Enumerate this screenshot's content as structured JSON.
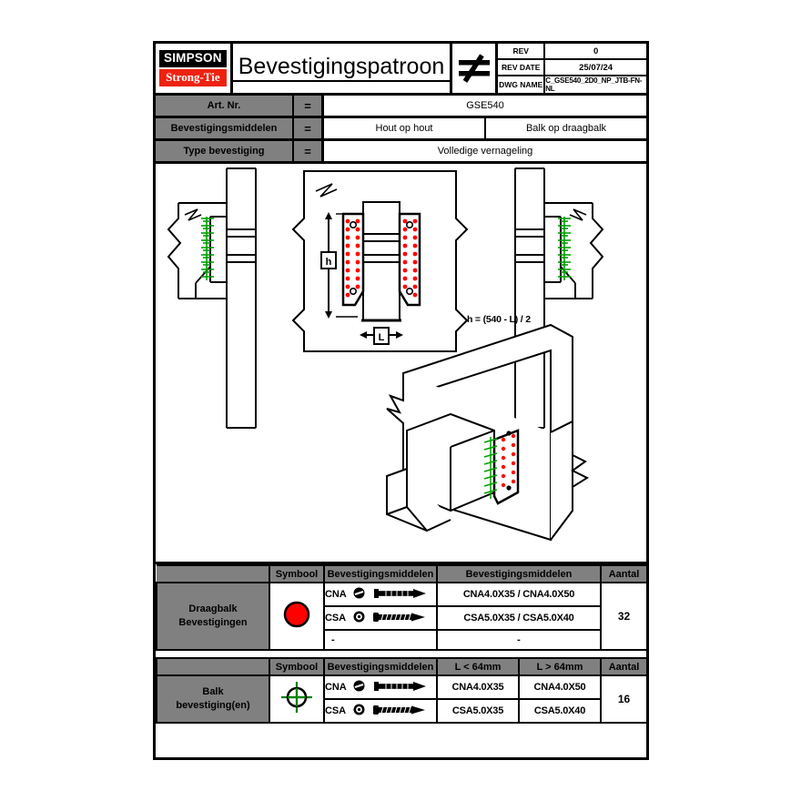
{
  "titleblock": {
    "logo_top": "SIMPSON",
    "logo_bottom": "Strong-Tie",
    "drawing_title": "Bevestigingspatroon",
    "projection_symbol": "not-equal-projection-icon",
    "rev_label": "REV",
    "rev_value": "0",
    "rev_date_label": "REV DATE",
    "rev_date_value": "25/07/24",
    "dwg_name_label": "DWG NAME",
    "dwg_name_value": "C_GSE540_2D0_NP_JTB-FN-NL"
  },
  "spec_rows": [
    {
      "label": "Art. Nr.",
      "eq": "=",
      "values": [
        "GSE540"
      ]
    },
    {
      "label": "Bevestigingsmiddelen",
      "eq": "=",
      "values": [
        "Hout op hout",
        "Balk op draagbalk"
      ]
    },
    {
      "label": "Type bevestiging",
      "eq": "=",
      "values": [
        "Volledige vernageling"
      ]
    }
  ],
  "drawing": {
    "formula": "h = (540 - L) / 2",
    "dim_height_label": "h",
    "dim_width_label": "L"
  },
  "legend_beam_support": {
    "row_name": "Draagbalk Bevestigingen",
    "row_name_line1": "Draagbalk",
    "row_name_line2": "Bevestigingen",
    "symbol": "red-filled-circle-icon",
    "headers": [
      "Symbool",
      "Bevestigingsmiddelen",
      "Bevestigingsmiddelen",
      "Aantal"
    ],
    "rows": [
      {
        "code": "CNA",
        "icon": "nail-icon",
        "head_icon": "slot-head-icon",
        "spec": "CNA4.0X35 / CNA4.0X50"
      },
      {
        "code": "CSA",
        "icon": "screw-icon",
        "head_icon": "ring-head-icon",
        "spec": "CSA5.0X35 / CSA5.0X40"
      },
      {
        "code": "-",
        "icon": "none",
        "head_icon": "none",
        "spec": "-"
      }
    ],
    "quantity": "32"
  },
  "legend_beam": {
    "row_name": "Balk bevestiging(en)",
    "row_name_line1": "Balk",
    "row_name_line2": "bevestiging(en)",
    "symbol": "green-crosshair-circle-icon",
    "headers": [
      "Symbool",
      "Bevestigingsmiddelen",
      "L < 64mm",
      "L > 64mm",
      "Aantal"
    ],
    "rows": [
      {
        "code": "CNA",
        "icon": "nail-icon",
        "head_icon": "slot-head-icon",
        "short": "CNA4.0X35",
        "long": "CNA4.0X50"
      },
      {
        "code": "CSA",
        "icon": "screw-icon",
        "head_icon": "ring-head-icon",
        "short": "CSA5.0X35",
        "long": "CSA5.0X40"
      }
    ],
    "quantity": "16"
  },
  "colors": {
    "header_gray": "#808080",
    "fastener_red": "#FF0000",
    "nail_green": "#00A000",
    "brand_red": "#EE2211",
    "line_black": "#000000"
  }
}
